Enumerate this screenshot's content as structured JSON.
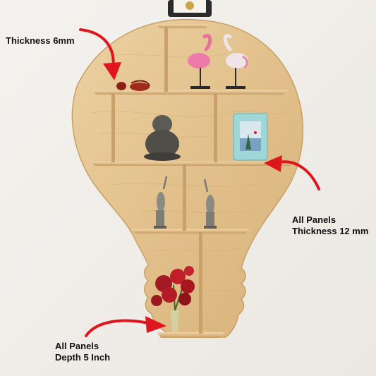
{
  "annotations": {
    "thickness_6mm": "Thickness 6mm",
    "panels_thickness_line1": "All Panels",
    "panels_thickness_line2": "Thickness 12 mm",
    "panels_depth_line1": "All Panels",
    "panels_depth_line2": "Depth 5 Inch"
  },
  "colors": {
    "background": "#f1efea",
    "wood_light": "#e6c795",
    "wood_mid": "#d9b37a",
    "wood_edge": "#b88c52",
    "arrow_red": "#e0161e",
    "label_text": "#111111"
  },
  "objects": [
    "bulb-shaped-wall-shelf",
    "flamingo-figurines",
    "laughing-buddha-statue",
    "photo-frame",
    "deer-figurines",
    "red-flower-vase",
    "small-red-ornament",
    "wall-clock"
  ]
}
